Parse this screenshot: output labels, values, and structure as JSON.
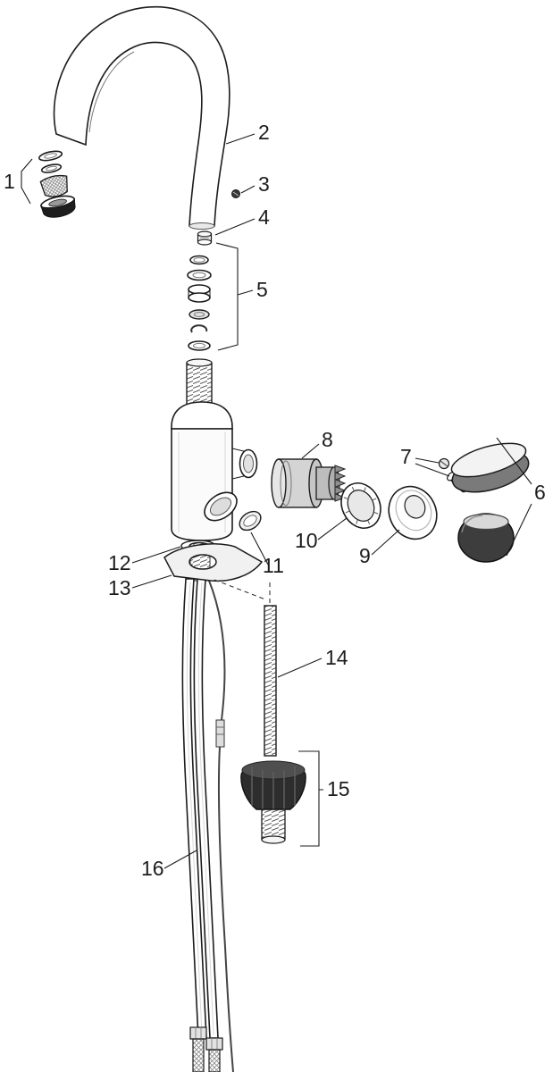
{
  "figure": {
    "type": "exploded-parts-diagram",
    "subject": "single-lever kitchen faucet with numbered spare parts",
    "background_color": "#ffffff",
    "line_color": "#1c1c1c",
    "dark_part_color": "#2d2d2d",
    "mid_gray": "#c6c6c6",
    "light_gray": "#f3f3f3"
  },
  "labels": [
    {
      "num": "1",
      "part": "aerator-assembly"
    },
    {
      "num": "2",
      "part": "spout"
    },
    {
      "num": "3",
      "part": "set-screw"
    },
    {
      "num": "4",
      "part": "spout-nut"
    },
    {
      "num": "5",
      "part": "seal-ring-kit"
    },
    {
      "num": "6",
      "part": "lever-handle"
    },
    {
      "num": "7",
      "part": "handle-screws"
    },
    {
      "num": "8",
      "part": "cartridge"
    },
    {
      "num": "9",
      "part": "dome-cover"
    },
    {
      "num": "10",
      "part": "cartridge-ring"
    },
    {
      "num": "11",
      "part": "port-cap"
    },
    {
      "num": "12",
      "part": "base-gasket"
    },
    {
      "num": "13",
      "part": "mounting-bracket"
    },
    {
      "num": "14",
      "part": "threaded-rod"
    },
    {
      "num": "15",
      "part": "mounting-knob"
    },
    {
      "num": "16",
      "part": "supply-pipes"
    }
  ]
}
